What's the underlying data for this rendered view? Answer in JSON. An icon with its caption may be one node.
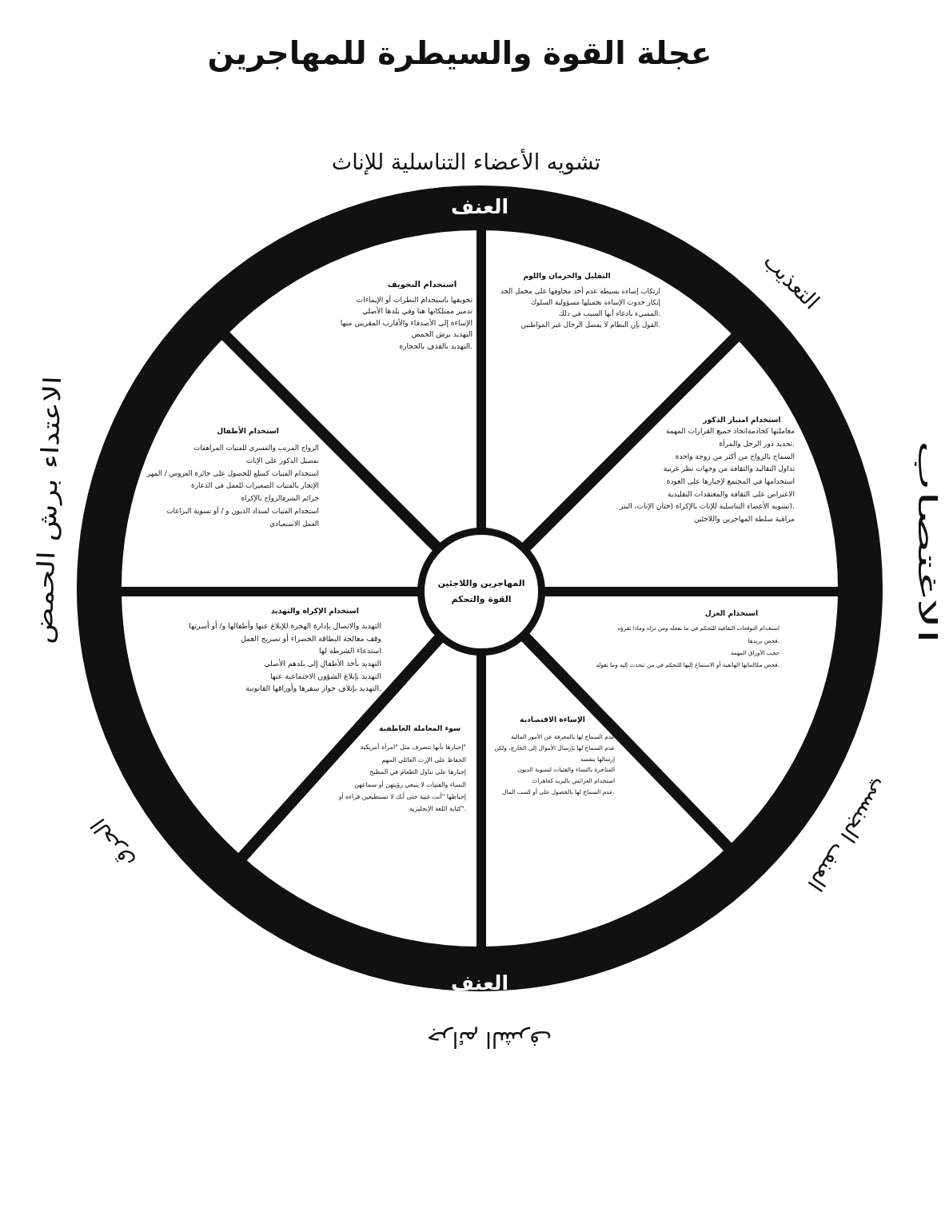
{
  "diagram": {
    "title": "عجلة القوة والسيطرة للمهاجرين",
    "nodes": [
      {
        "text": [
          "العنف",
          "العنف"
        ]
      },
      {
        "text": [
          "التقليل والحرمان واللوم",
          "ارتكاب إساءة بسيطة عدم أخذ مخاوفها على محمل الجد",
          "إنكار حدوث الإساءة تحميلها مسؤولية السلوك",
          ".المسيء بادعاء أنها السبب في ذلك",
          ".القول بإن النظام لا يفضل الرجال غير المواطنين"
        ],
        "in": 0
      },
      {
        "text": [
          "استخدام التخويف",
          "تخويفها باستخدام النظرات أو الإيماءات",
          "تدمير ممتلكاتها هنا وفي بلدها الأصلي",
          "الإساءة إلى الأصدقاء والأقارب المقربين منها",
          "التهديد برش الحمض",
          ".التهديد بالقذف بالحجارة"
        ],
        "in": 0
      },
      {
        "text": [
          "استخدام امتياز الذكور",
          "معاملتها كخادمةاتخاذ جميع القرارات المهمة",
          ".تحديد دور الرجل والمرأة",
          "السماح بالزواج من أكثر من زوجة واحدة",
          "تداول التقاليد والثقافة من وجهات نظر غربية",
          "استخدامها في المجتمع لإجبارها على العودة",
          "الاعتراض على الثقافة والمعتقدات التقليدية",
          ".(تشويه الأعضاء التناسلية للإناث بالإكراه (ختان الإناث، البتر",
          "مراقبة سلطة المهاجرين واللاجئين"
        ],
        "in": 0
      },
      {
        "text": [
          "استخدام الأطفال",
          "الزواج المرتب والقسري للفتيات المراهقات",
          "تفضيل الذكور على الإناث",
          "استخدام الفتيات كسلع للحصول على جائزة العروس / المهر",
          "الإتجار بالفتيات الصغيرات للعمل في الدعارة",
          "جرائم الشرفالزواج بالإكراه",
          "استخدام الفتيات لسداد الديون و / أو تسوية النزاعات",
          "العمل الاستعبادي"
        ],
        "in": 0
      },
      {
        "text": [
          "المهاجرين واللاجئين القوة والتحكم"
        ],
        "in": 0
      },
      {
        "text": [
          "استخدام العزل",
          "استخدام التوقعات الثقافية للتحكم في ما تفعله ومن تراه وماذا تقرؤه",
          ".فحص بريدها",
          "حجب الأوراق المهمة",
          ".فحص مكالماتها الهاتفية أو الاستماع إليها للتحكم في من تتحدث إليه وما تقوله"
        ],
        "in": 0
      },
      {
        "text": [
          "استخدام الإكراه والتهديد",
          "التهديد والاتصال بإدارة الهجرة للإبلاغ عنها وأطفالها و/ أو أسرتها",
          "وقف معالجة البطاقة الخضراء أو تصريح العمل",
          "استدعاء الشرطة لها",
          "التهديد بأخذ الأطفال إلى بلدهم الأصلي",
          "التهديد بإبلاغ الشؤون الاجتماعية عنها",
          ".التهديد بإتلاف جواز سفرها وأوراقها القانونية"
        ],
        "in": 0
      },
      {
        "text": [
          "الإساءة الاقتصادية",
          "عدم السماح لها بالمعرفة عن الأمور المالية",
          "عدم السماح لها بإرسال الأموال إلى الخارج، ولكن",
          "إرسالها بنفسه",
          "المتاجرة بالنساء والفتيات لتسوية الديون",
          "استخدام العرائس بالبريد كعاهرات",
          ".عدم السماح لها بالحصول على أو كسب المال"
        ],
        "in": 0
      },
      {
        "text": [
          "سوء المعاملة العاطفية",
          "\"إخبارها بأنها تتصرف مثل \"امرأة أمريكية",
          "الحفاظ على الإرث العائلي المهم",
          "إجبارها على تناول الطعام في المطبخ",
          "النساء والفتيات لا ينبغي رؤيتهن أو سماعهن",
          "إحباطها \"أنتِ غبية حتى أنك لا تستطيعين قراءة أو",
          ".\"كتابة اللغة الإنجليزية"
        ],
        "in": 0
      }
    ],
    "labels": [
      "تشويه الأعضاء التناسلية للإناث",
      "التعذيب",
      "الاعتداء برش الحمض",
      "الاغتصاب",
      "الحرق",
      "العنف الجنسي",
      "جرائم الشرف"
    ]
  }
}
